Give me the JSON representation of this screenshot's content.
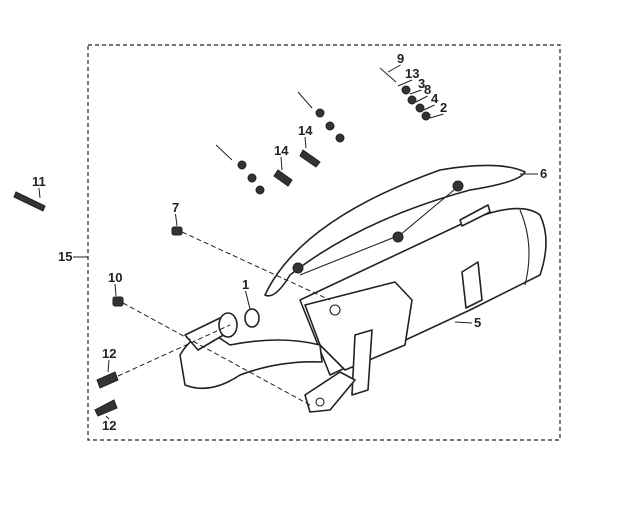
{
  "diagram": {
    "callouts": [
      {
        "id": "9",
        "label": "9"
      },
      {
        "id": "13",
        "label": "13"
      },
      {
        "id": "3",
        "label": "3"
      },
      {
        "id": "8",
        "label": "8"
      },
      {
        "id": "4",
        "label": "4"
      },
      {
        "id": "2",
        "label": "2"
      },
      {
        "id": "6",
        "label": "6"
      },
      {
        "id": "14a",
        "label": "14"
      },
      {
        "id": "14b",
        "label": "14"
      },
      {
        "id": "11",
        "label": "11"
      },
      {
        "id": "7",
        "label": "7"
      },
      {
        "id": "15",
        "label": "15"
      },
      {
        "id": "10",
        "label": "10"
      },
      {
        "id": "1",
        "label": "1"
      },
      {
        "id": "5",
        "label": "5"
      },
      {
        "id": "12a",
        "label": "12"
      },
      {
        "id": "12b",
        "label": "12"
      }
    ]
  }
}
